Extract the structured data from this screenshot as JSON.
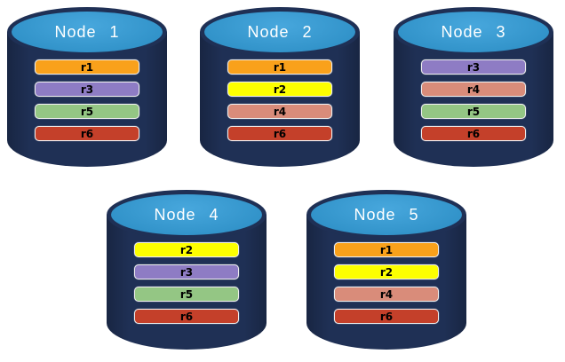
{
  "colors": {
    "background": "#FFFFFF",
    "cylinder_body": "#1F3055",
    "cylinder_top": "#2E9BD8",
    "node_label_text": "#FFFFFF",
    "bar_border": "#EFEFEF",
    "bar_text": "#000000"
  },
  "replica_colors": {
    "r1": "#F9A11B",
    "r2": "#FDFF00",
    "r3": "#8E7CC4",
    "r4": "#D98C7A",
    "r5": "#94C684",
    "r6": "#C4402A"
  },
  "nodes": [
    {
      "label": "Node 1",
      "replicas": [
        "r1",
        "r3",
        "r5",
        "r6"
      ]
    },
    {
      "label": "Node 2",
      "replicas": [
        "r1",
        "r2",
        "r4",
        "r6"
      ]
    },
    {
      "label": "Node 3",
      "replicas": [
        "r3",
        "r4",
        "r5",
        "r6"
      ]
    },
    {
      "label": "Node 4",
      "replicas": [
        "r2",
        "r3",
        "r5",
        "r6"
      ]
    },
    {
      "label": "Node 5",
      "replicas": [
        "r1",
        "r2",
        "r4",
        "r6"
      ]
    }
  ]
}
